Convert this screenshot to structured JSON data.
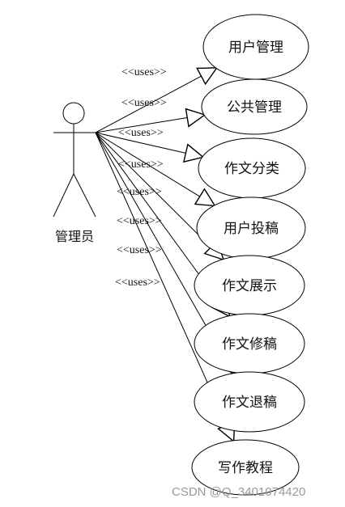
{
  "actor": {
    "label": "管理员"
  },
  "connector_label": "<<uses>>",
  "use_cases": [
    {
      "label": "用户管理"
    },
    {
      "label": "公共管理"
    },
    {
      "label": "作文分类"
    },
    {
      "label": "用户投稿"
    },
    {
      "label": "作文展示"
    },
    {
      "label": "作文修稿"
    },
    {
      "label": "作文退稿"
    },
    {
      "label": "写作教程"
    }
  ],
  "watermark": "CSDN @Q_3401074420"
}
